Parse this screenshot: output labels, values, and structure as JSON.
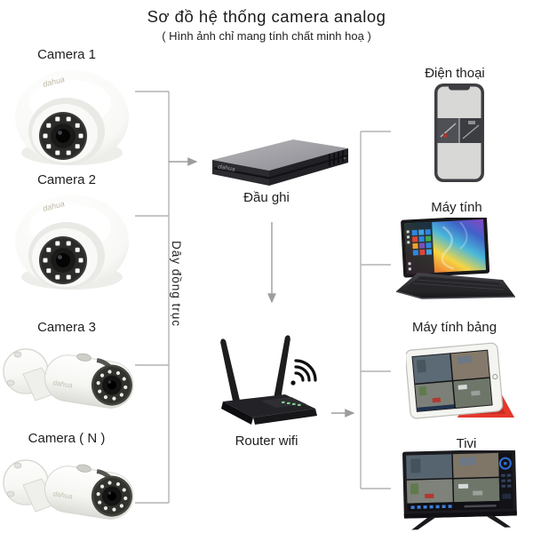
{
  "header": {
    "title": "Sơ đồ hệ thống camera analog",
    "subtitle": "( Hình ảnh chỉ mang tính chất minh hoạ )"
  },
  "left_column": {
    "cameras": [
      {
        "label": "Camera 1",
        "type": "dome"
      },
      {
        "label": "Camera 2",
        "type": "dome"
      },
      {
        "label": "Camera 3",
        "type": "bullet"
      },
      {
        "label": "Camera ( N )",
        "type": "bullet"
      }
    ],
    "brand": "dahua"
  },
  "center_column": {
    "dvr_label": "Đầu ghi",
    "cable_label": "Dây đồng trục",
    "router_label": "Router wifi"
  },
  "right_column": {
    "devices": [
      {
        "label": "Điện thoại",
        "type": "phone"
      },
      {
        "label": "Máy tính",
        "type": "laptop"
      },
      {
        "label": "Máy tính bảng",
        "type": "tablet"
      },
      {
        "label": "Tivi",
        "type": "tv"
      }
    ]
  },
  "colors": {
    "connector_line": "#b3b3b3",
    "arrow": "#9d9d9d",
    "text": "#1d1d1f",
    "device_body_dark": "#232326",
    "tablet_cover_red": "#e23a2e",
    "camera_white": "#f8f8f6"
  }
}
